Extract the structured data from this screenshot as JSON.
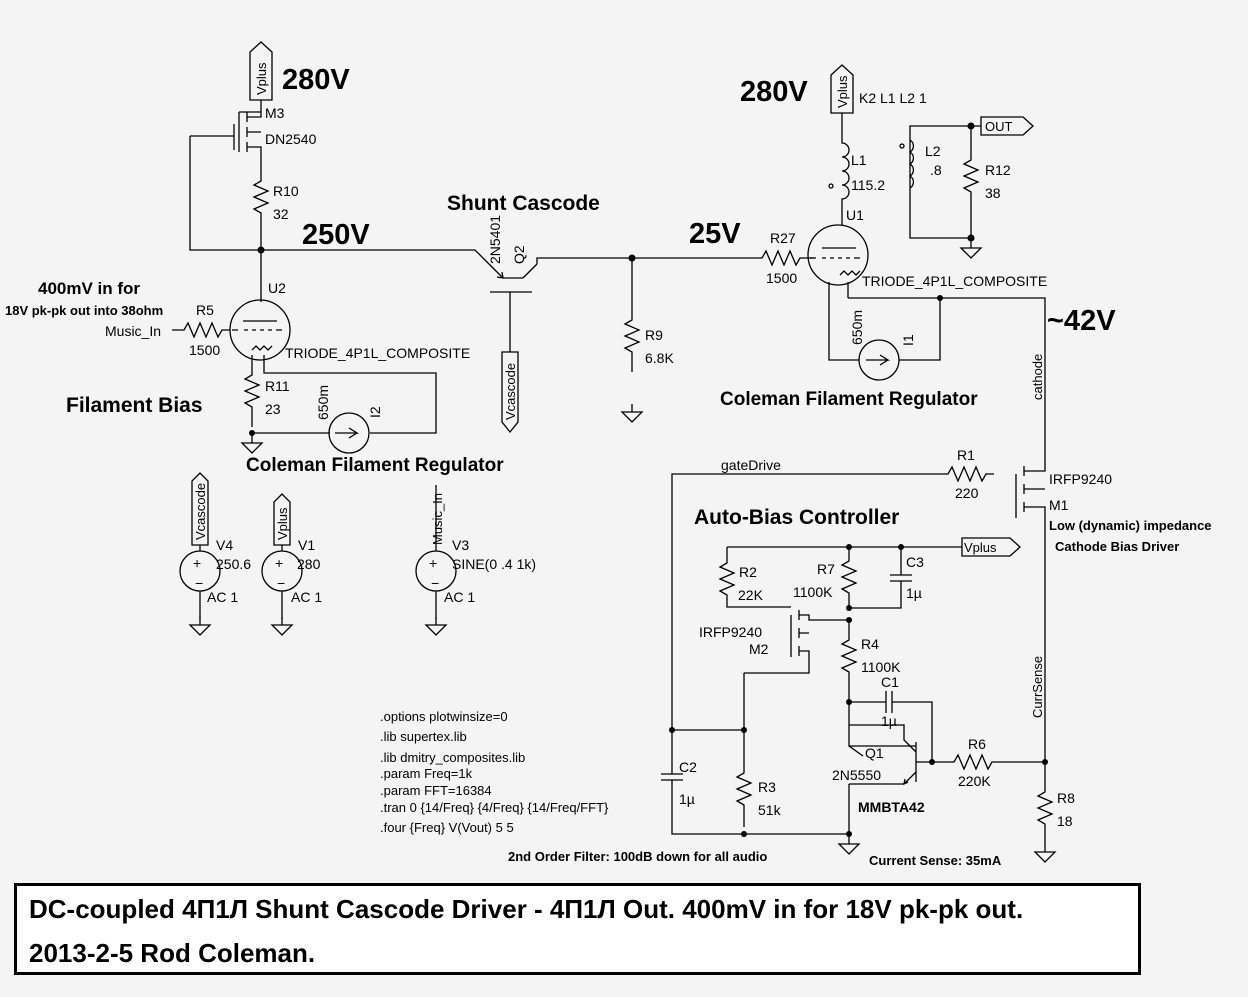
{
  "headlines": {
    "v280_left": "280V",
    "v280_right": "280V",
    "v250": "250V",
    "v25": "25V",
    "v42": "~42V",
    "shunt_cascode": "Shunt Cascode",
    "filament_bias": "Filament Bias",
    "coleman_left": "Coleman Filament Regulator",
    "coleman_right": "Coleman Filament Regulator",
    "auto_bias": "Auto-Bias Controller"
  },
  "notes": {
    "in_line1": "400mV in for",
    "in_line2": "18V pk-pk out into 38ohm",
    "coupling": "K2 L1 L2 1",
    "lowz1": "Low (dynamic) impedance",
    "lowz2": "Cathode Bias Driver",
    "filter": "2nd Order Filter: 100dB down for all audio",
    "current": "Current Sense: 35mA"
  },
  "nets": {
    "vplus": "Vplus",
    "vcascode": "Vcascode",
    "music_in": "Music_In",
    "out": "OUT",
    "cathode": "cathode",
    "gate_drive": "gateDrive",
    "curr_sense": "CurrSense"
  },
  "components": {
    "M3": [
      "M3",
      "DN2540"
    ],
    "R10": [
      "R10",
      "32"
    ],
    "U2": [
      "U2",
      "TRIODE_4P1L_COMPOSITE"
    ],
    "R5": [
      "R5",
      "1500"
    ],
    "R11": [
      "R11",
      "23"
    ],
    "I2": [
      "I2",
      "650m"
    ],
    "Q2": [
      "Q2",
      "2N5401"
    ],
    "R9": [
      "R9",
      "6.8K"
    ],
    "R27": [
      "R27",
      "1500"
    ],
    "U1": [
      "U1",
      "TRIODE_4P1L_COMPOSITE"
    ],
    "L1": [
      "L1",
      "115.2"
    ],
    "L2": [
      "L2",
      ".8"
    ],
    "R12": [
      "R12",
      "38"
    ],
    "I1": [
      "I1",
      "650m"
    ],
    "R1": [
      "R1",
      "220"
    ],
    "M1": [
      "M1",
      "IRFP9240"
    ],
    "R2": [
      "R2",
      "22K"
    ],
    "R7": [
      "R7",
      "1100K"
    ],
    "C3": [
      "C3",
      "1µ"
    ],
    "M2": [
      "M2",
      "IRFP9240"
    ],
    "R4": [
      "R4",
      "1100K"
    ],
    "C1": [
      "C1",
      "1µ"
    ],
    "Q1": [
      "Q1",
      "2N5550",
      "MMBTA42"
    ],
    "R6": [
      "R6",
      "220K"
    ],
    "R8": [
      "R8",
      "18"
    ],
    "C2": [
      "C2",
      "1µ"
    ],
    "R3": [
      "R3",
      "51k"
    ],
    "V4": [
      "V4",
      "250.6",
      "AC 1"
    ],
    "V1": [
      "V1",
      "280",
      "AC 1"
    ],
    "V3": [
      "V3",
      "SINE(0 .4 1k)",
      "AC 1"
    ]
  },
  "spice": [
    ".options plotwinsize=0",
    ".lib supertex.lib",
    ".lib dmitry_composites.lib",
    ".param Freq=1k",
    ".param FFT=16384",
    ".tran 0 {14/Freq} {4/Freq} {14/Freq/FFT}",
    ".four {Freq} V(Vout) 5 5"
  ],
  "caption": {
    "line1": "DC-coupled 4П1Л Shunt Cascode Driver - 4П1Л Out. 400mV in for 18V pk-pk out.",
    "line2": "2013-2-5 Rod Coleman."
  }
}
